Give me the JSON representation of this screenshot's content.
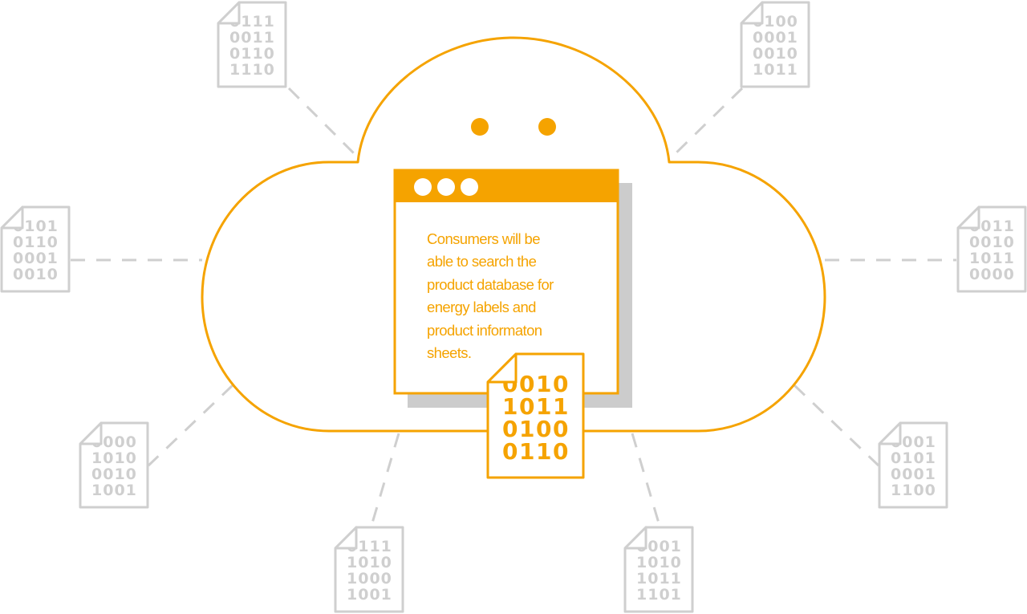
{
  "colors": {
    "accent": "#f5a300",
    "muted": "#cfcfcf",
    "shadow": "#cccccc",
    "background": "#ffffff"
  },
  "caption_lines": [
    "Consumers will be",
    "able to search the",
    "product database for",
    "energy labels and",
    "product informaton",
    "sheets."
  ],
  "central_document": {
    "lines": [
      "0010",
      "1011",
      "0100",
      "0110"
    ],
    "icon": "binary-document-icon"
  },
  "peripheral_documents": [
    {
      "id": "top-left",
      "lines": [
        "0111",
        "0011",
        "0110",
        "1110"
      ],
      "icon": "binary-document-icon"
    },
    {
      "id": "top-right",
      "lines": [
        "0100",
        "0001",
        "0010",
        "1011"
      ],
      "icon": "binary-document-icon"
    },
    {
      "id": "middle-left",
      "lines": [
        "0101",
        "0110",
        "0001",
        "0010"
      ],
      "icon": "binary-document-icon"
    },
    {
      "id": "middle-right",
      "lines": [
        "0011",
        "0010",
        "1011",
        "0000"
      ],
      "icon": "binary-document-icon"
    },
    {
      "id": "lower-left",
      "lines": [
        "0000",
        "1010",
        "0010",
        "1001"
      ],
      "icon": "binary-document-icon"
    },
    {
      "id": "lower-right",
      "lines": [
        "0001",
        "0101",
        "0001",
        "1100"
      ],
      "icon": "binary-document-icon"
    },
    {
      "id": "bottom-left",
      "lines": [
        "0111",
        "1010",
        "1000",
        "1001"
      ],
      "icon": "binary-document-icon"
    },
    {
      "id": "bottom-right",
      "lines": [
        "0001",
        "1010",
        "1011",
        "1101"
      ],
      "icon": "binary-document-icon"
    }
  ],
  "icons": {
    "cloud": "cloud-icon",
    "window": "browser-window-icon",
    "eyes": "cloud-eyes-icon"
  }
}
